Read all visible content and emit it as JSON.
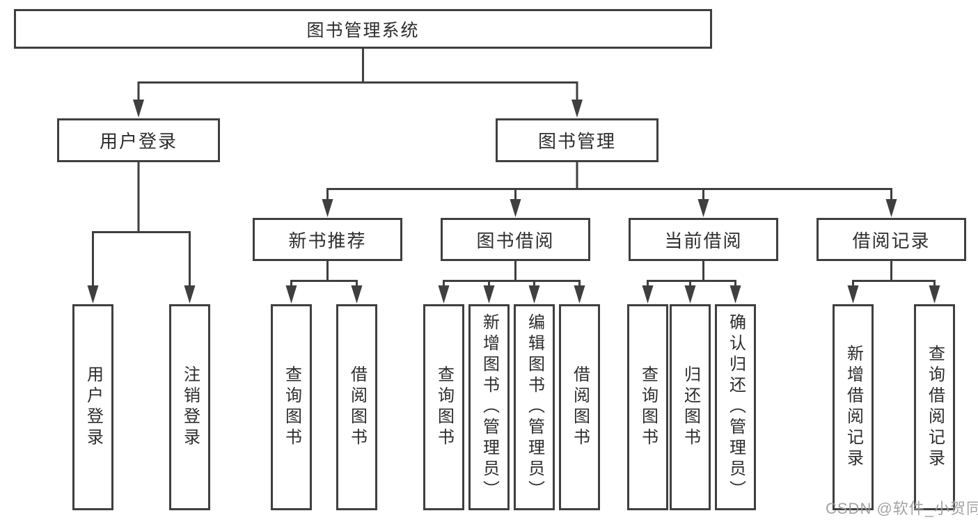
{
  "diagram": {
    "type": "tree",
    "tree": {
      "label": "图书管理系统",
      "children": [
        {
          "label": "用户登录",
          "children": [
            {
              "label": "用户登录"
            },
            {
              "label": "注销登录"
            }
          ]
        },
        {
          "label": "图书管理",
          "children": [
            {
              "label": "新书推荐",
              "children": [
                {
                  "label": "查询图书"
                },
                {
                  "label": "借阅图书"
                }
              ]
            },
            {
              "label": "图书借阅",
              "children": [
                {
                  "label": "查询图书"
                },
                {
                  "label": "新增图书（管理员）"
                },
                {
                  "label": "编辑图书（管理员）"
                },
                {
                  "label": "借阅图书"
                }
              ]
            },
            {
              "label": "当前借阅",
              "children": [
                {
                  "label": "查询图书"
                },
                {
                  "label": "归还图书"
                },
                {
                  "label": "确认归还（管理员）"
                }
              ]
            },
            {
              "label": "借阅记录",
              "children": [
                {
                  "label": "新增借阅记录"
                },
                {
                  "label": "查询借阅记录"
                }
              ]
            }
          ]
        }
      ]
    },
    "colors": {
      "line": "#3f3f3f",
      "text": "#2d2d2d",
      "background": "#ffffff"
    }
  },
  "watermark": {
    "text": "CSDN @软件_小贺同学",
    "color": "#9c9c9c"
  }
}
